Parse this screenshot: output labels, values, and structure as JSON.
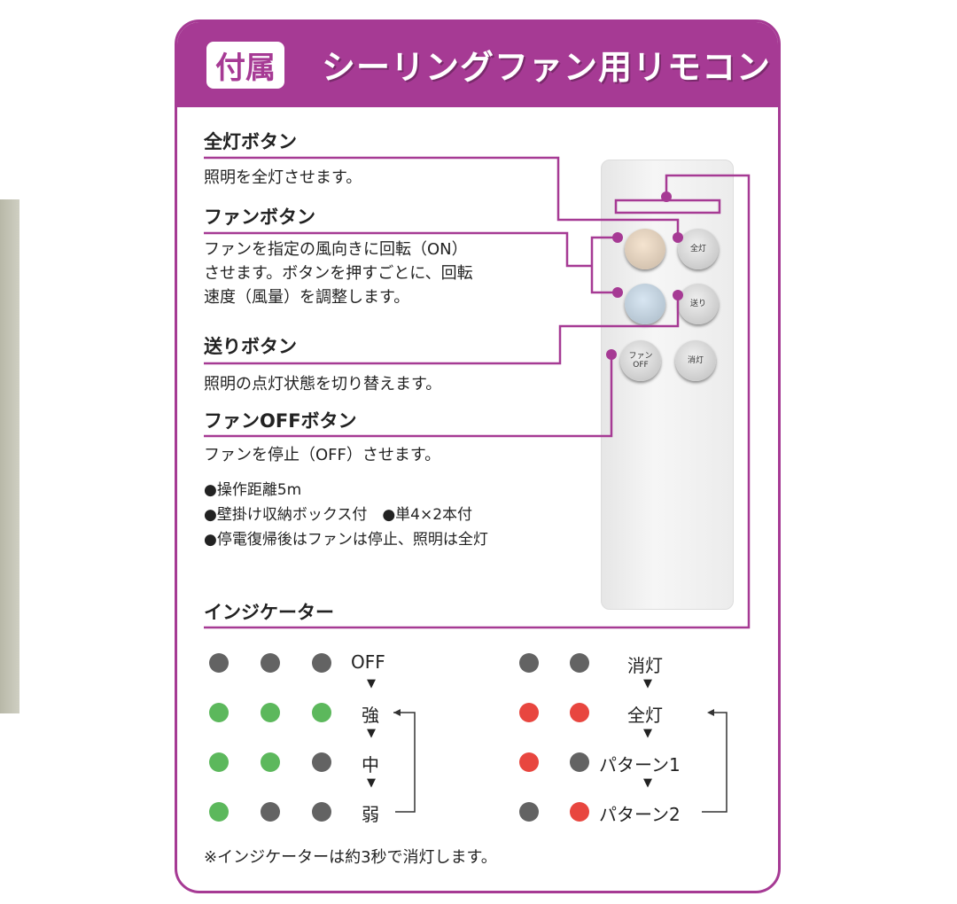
{
  "header": {
    "badge": "付属",
    "title": "シーリングファン用リモコン"
  },
  "sections": [
    {
      "heading": "全灯ボタン",
      "text": "照明を全灯させます。"
    },
    {
      "heading": "ファンボタン",
      "text": "ファンを指定の風向きに回転（ON）\nさせます。ボタンを押すごとに、回転\n速度（風量）を調整します。"
    },
    {
      "heading": "送りボタン",
      "text": "照明の点灯状態を切り替えます。"
    },
    {
      "heading": "ファンOFFボタン",
      "text": "ファンを停止（OFF）させます。"
    }
  ],
  "notes": [
    "●操作距離5m",
    "●壁掛け収納ボックス付　●単4×2本付",
    "●停電復帰後はファンは停止、照明は全灯"
  ],
  "remote": {
    "buttons": [
      "",
      "全灯",
      "",
      "送り",
      "ファン\nOFF",
      "消灯"
    ]
  },
  "indicator": {
    "heading": "インジケーター",
    "fan_rows": [
      {
        "label": "OFF",
        "dots": [
          "gray",
          "gray",
          "gray"
        ]
      },
      {
        "label": "強",
        "dots": [
          "green",
          "green",
          "green"
        ]
      },
      {
        "label": "中",
        "dots": [
          "green",
          "green",
          "gray"
        ]
      },
      {
        "label": "弱",
        "dots": [
          "green",
          "gray",
          "gray"
        ]
      }
    ],
    "light_rows": [
      {
        "label": "消灯",
        "dots": [
          "gray",
          "gray"
        ]
      },
      {
        "label": "全灯",
        "dots": [
          "red",
          "red"
        ]
      },
      {
        "label": "パターン1",
        "dots": [
          "red",
          "gray"
        ]
      },
      {
        "label": "パターン2",
        "dots": [
          "gray",
          "red"
        ]
      }
    ],
    "footnote": "※インジケーターは約3秒で消灯します。"
  },
  "colors": {
    "accent": "#a63a94",
    "gray": "#636363",
    "green": "#5cb85c",
    "red": "#e8463f"
  }
}
